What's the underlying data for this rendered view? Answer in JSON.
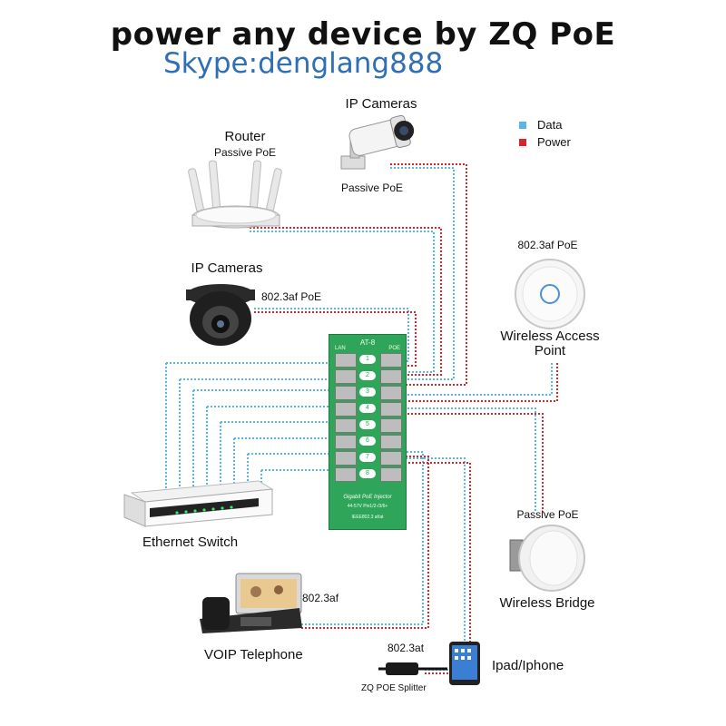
{
  "title": "power any device by ZQ PoE",
  "contact": "Skype:denglang888",
  "legend": {
    "data_label": "Data",
    "power_label": "Power",
    "data_color": "#58b7e6",
    "power_color": "#d6262b"
  },
  "devices": {
    "router": {
      "name": "Router",
      "poe": "Passive PoE"
    },
    "ip_cam_top": {
      "name": "IP Cameras",
      "poe": "Passive PoE"
    },
    "ip_cam_dome": {
      "name": "IP Cameras",
      "poe": "802.3af PoE"
    },
    "wap": {
      "name_line1": "Wireless Access",
      "name_line2": "Point",
      "poe": "802.3af PoE"
    },
    "switch": {
      "name": "Ethernet Switch"
    },
    "bridge": {
      "name": "Wireless Bridge",
      "poe": "Passive PoE"
    },
    "voip": {
      "name": "VOIP Telephone",
      "poe": "802.3af"
    },
    "ipad": {
      "name": "Ipad/Iphone"
    },
    "splitter": {
      "name": "ZQ POE Splitter",
      "poe": "802.3at"
    }
  },
  "injector": {
    "model": "AT-8",
    "lan_label": "LAN",
    "poe_label": "POE",
    "port_numbers": [
      "1",
      "2",
      "3",
      "4",
      "5",
      "6",
      "7",
      "8"
    ],
    "desc_line1": "Gigabit PoE Injector",
    "desc_line2": "44-57V  Pin1/2-/3/6+",
    "desc_line3": "IEEE802.3 af/at",
    "body_color": "#2fa55a"
  }
}
